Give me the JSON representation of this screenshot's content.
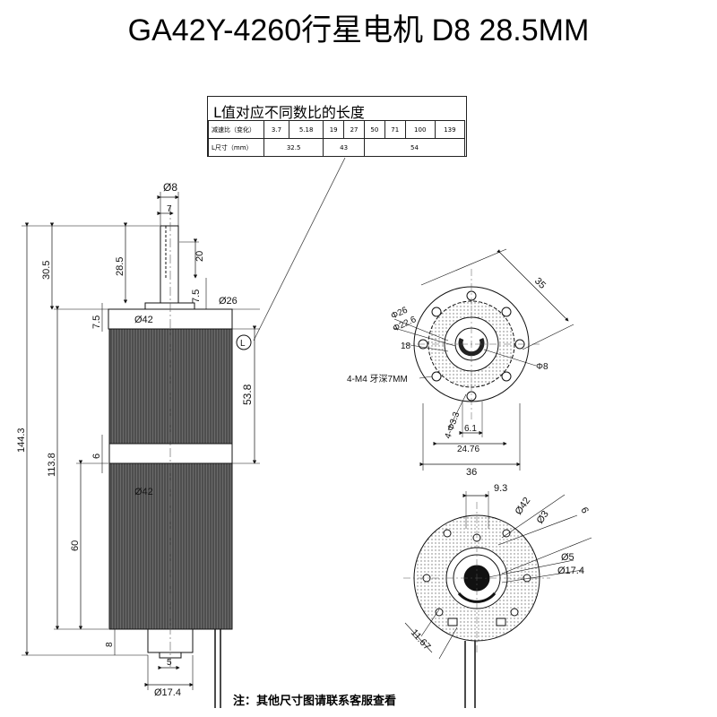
{
  "title": "GA42Y-4260行星电机 D8 28.5MM",
  "table": {
    "heading": "L值对应不同数比的长度",
    "ratio_label": "减速比（变化）",
    "ratios": [
      "3.7",
      "5.18",
      "19",
      "27",
      "50",
      "71",
      "100",
      "139"
    ],
    "length_label": "L尺寸（mm）",
    "lengths": [
      "32.5",
      "43",
      "54"
    ]
  },
  "side_view": {
    "dims": {
      "shaft_dia": "Ø8",
      "flat_width": "7",
      "flat_length": "20",
      "shaft_len": "28.5",
      "shaft_top": "30.5",
      "boss_h": "7.5",
      "boss_dia": "Ø26",
      "flange_h": "7.5",
      "body_dia_top": "Ø42",
      "l_marker": "L",
      "gearbox_len": "53.8",
      "total_len": "144.3",
      "motor_len": "113.8",
      "gap": "6",
      "body_dia_lower": "Ø42",
      "lower_len": "60",
      "bottom_len": "8",
      "tail_w": "5",
      "tail_dia": "Ø17.4"
    }
  },
  "front_view": {
    "dims": {
      "square": "35",
      "pcd_outer": "Φ26",
      "pcd_inner": "Φ22.6",
      "offset": "18",
      "shaft": "Φ8",
      "thread": "4-M4 牙深7MM",
      "holes": "4-Φ3.3",
      "flat": "6.1",
      "inner_w": "24.76",
      "outer_w": "36"
    }
  },
  "rear_view": {
    "dims": {
      "offset": "9.3",
      "outer": "Ø42",
      "hole": "Ø3",
      "gap": "6",
      "center": "Ø5",
      "hub": "Ø17.4",
      "terminal": "11.67"
    }
  },
  "note": "注：其他尺寸图请联系客服查看"
}
